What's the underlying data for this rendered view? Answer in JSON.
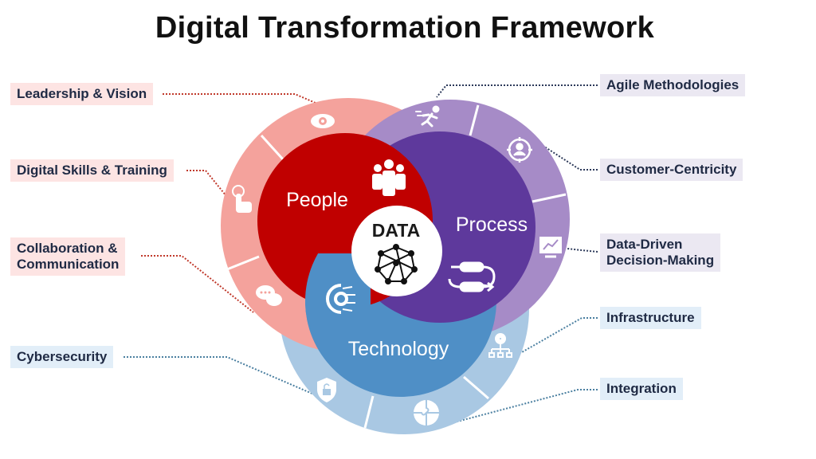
{
  "title": "Digital Transformation Framework",
  "center": {
    "label": "DATA"
  },
  "pillars": {
    "people": "People",
    "process": "Process",
    "technology": "Technology"
  },
  "labels": {
    "leadership": "Leadership & Vision",
    "digital_skills": "Digital Skills & Training",
    "collaboration_1": "Collaboration &",
    "collaboration_2": "Communication",
    "cybersecurity": "Cybersecurity",
    "agile": "Agile Methodologies",
    "customer": "Customer-Centricity",
    "data_driven_1": "Data-Driven",
    "data_driven_2": "Decision-Making",
    "infrastructure": "Infrastructure",
    "integration": "Integration"
  },
  "colors": {
    "people_outer": "#f4a29c",
    "people_inner": "#c00000",
    "process_outer": "#a68bc7",
    "process_inner": "#5e399c",
    "technology_outer": "#a9c8e3",
    "technology_inner": "#4f8fc6",
    "text": "#1f2a44"
  }
}
